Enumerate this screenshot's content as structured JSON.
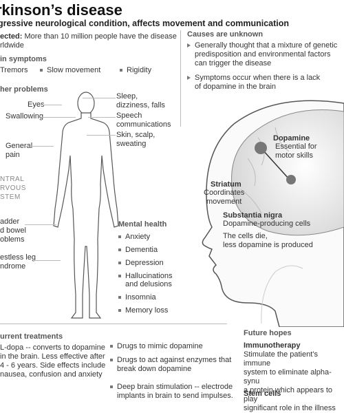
{
  "title": "rkinson’s disease",
  "subtitle": "gressive neurological condition, affects movement and communication",
  "affected": {
    "label": "ected:",
    "text1": " More than 10 million people have the disease",
    "text2": "rldwide"
  },
  "main_symptoms": {
    "header": "in symptoms",
    "items": [
      "Tremors",
      "Slow movement",
      "Rigidity"
    ]
  },
  "other_problems": {
    "header": "her problems",
    "eyes": "Eyes",
    "swallowing": "Swallowing",
    "general_pain": [
      "General",
      "pain"
    ],
    "cns": [
      "NTRAL",
      "RVOUS",
      "STEM"
    ],
    "bladder": [
      "adder",
      "d bowel",
      "oblems"
    ],
    "restless": [
      "estless leg",
      "ndrome"
    ],
    "sleep": [
      "Sleep,",
      "dizziness, falls"
    ],
    "speech": [
      "Speech",
      "communications"
    ],
    "skin": [
      "Skin, scalp,",
      "sweating"
    ]
  },
  "mental_health": {
    "header": "Mental health",
    "items": [
      "Anxiety",
      "Dementia",
      "Depression",
      "Hallucinations",
      "and delusions",
      "Insomnia",
      "Memory loss"
    ]
  },
  "causes": {
    "header": "Causes are unknown",
    "item1": [
      "Generally thought that a mixture of genetic",
      "predisposition and environmental factors",
      "can trigger the disease"
    ],
    "item2": [
      "Symptoms occur when there is a lack",
      "of dopamine in the brain"
    ]
  },
  "brain": {
    "dopamine_title": "Dopamine",
    "dopamine_desc": [
      "Essential for",
      "motor skills"
    ],
    "striatum_title": "Striatum",
    "striatum_desc": [
      "Coordinates",
      "movement"
    ],
    "nigra_title": "Substantia nigra",
    "nigra_desc": "Dopamine-producing cells",
    "nigra_note": [
      "The cells die,",
      "less dopamine is produced"
    ]
  },
  "treatments": {
    "header": "urrent treatments",
    "ldopa": [
      "L-dopa -- converts to dopamine",
      "in the brain. Less effective after",
      "4 - 6 years. Side effects include",
      "nausea, confusion and anxiety"
    ],
    "drugs1": "Drugs to mimic dopamine",
    "drugs2": [
      "Drugs to act against enzymes that",
      "break down dopamine"
    ],
    "dbs": [
      "Deep brain stimulation -- electrode",
      "implants in brain to send impulses."
    ]
  },
  "future": {
    "header": "Future hopes",
    "immuno_title": "Immunotherapy",
    "immuno_text": [
      "Stimulate the patient’s immune",
      "system to eliminate alpha-synu",
      "a protein which appears to play",
      "significant role in the illness"
    ],
    "stem_title": "Stem cells"
  }
}
